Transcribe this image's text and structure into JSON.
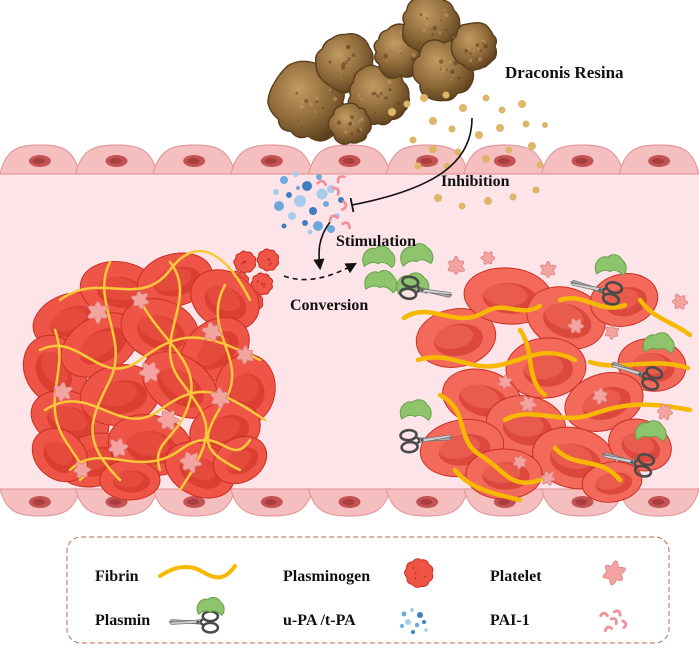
{
  "labels": {
    "source": "Draconis Resina",
    "inhibition": "Inhibition",
    "stimulation": "Stimulation",
    "conversion": "Conversion"
  },
  "legend": {
    "items": [
      {
        "label": "Fibrin",
        "icon": "fibrin-strand-icon"
      },
      {
        "label": "Plasminogen",
        "icon": "plasminogen-icon"
      },
      {
        "label": "Platelet",
        "icon": "platelet-icon"
      },
      {
        "label": "Plasmin",
        "icon": "plasmin-scissors-icon"
      },
      {
        "label": "u-PA /t-PA",
        "icon": "upa-tpa-dots-icon"
      },
      {
        "label": "PAI-1",
        "icon": "pai1-fragments-icon"
      }
    ]
  },
  "colors": {
    "fibrin": "#F7B800",
    "fibrin_light": "#F9C93A",
    "rbc": "#EF5546",
    "rbc_light": "#F36A5B",
    "rbc_dark": "#C92E22",
    "plasmin": "#8DC46C",
    "plasmin_dark": "#68A04A",
    "platelet": "#F3A4A1",
    "platelet_dark": "#DD7F7B",
    "upa": [
      "#3F7FC1",
      "#6FA8DC",
      "#A8CCEC"
    ],
    "pai1": "#F2909A",
    "resin_light": "#C29B62",
    "resin": "#8C6838",
    "resin_dark": "#5A3E1C",
    "resin_particle": "#DDB66A",
    "lumen": "#FCE4E9",
    "endothelium": "#F5BFC0",
    "endothelium_edge": "#E49A9C",
    "nucleus": "#C45454",
    "nucleus_core": "#9E3434",
    "scissors": "#4A4A4A",
    "blade": "#A9A9A9",
    "legend_border": "#C8836F",
    "ink": "#111111"
  }
}
